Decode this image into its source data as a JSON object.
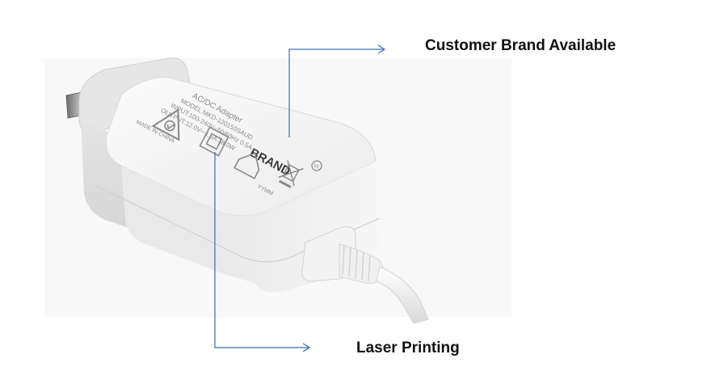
{
  "callouts": {
    "brand": "Customer Brand Available",
    "laser": "Laser Printing"
  },
  "product_label": {
    "title": "AC/DC Adapter",
    "model": "MODEL:MKD-120150SAUD",
    "input": "INPUT:100-240V~50/60Hz 0.5A",
    "output": "OUTPUT:12.0V⎓1.5A 18.0W",
    "brand": "BRAND",
    "made_in": "MADE IN CHINA",
    "date_code": "YYMM",
    "efficiency": "VI"
  },
  "colors": {
    "arrow": "#3a6fb0",
    "adapter_body": "#f1f1f1",
    "label_print": "#8a8a8a"
  }
}
